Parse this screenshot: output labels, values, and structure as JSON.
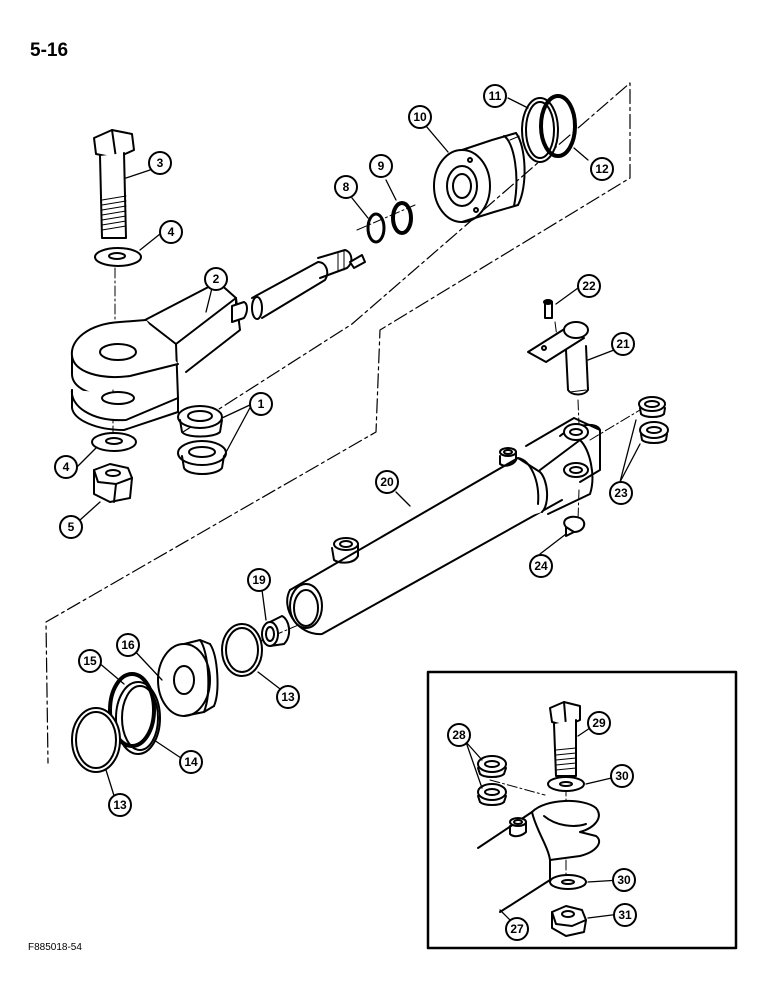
{
  "page_number": "5-16",
  "figure_code": "F885018-54",
  "callouts": [
    "1",
    "2",
    "3",
    "4",
    "4",
    "5",
    "8",
    "9",
    "10",
    "11",
    "12",
    "13",
    "13",
    "14",
    "15",
    "16",
    "19",
    "20",
    "21",
    "22",
    "23",
    "24",
    "27",
    "28",
    "29",
    "30",
    "30",
    "31"
  ]
}
